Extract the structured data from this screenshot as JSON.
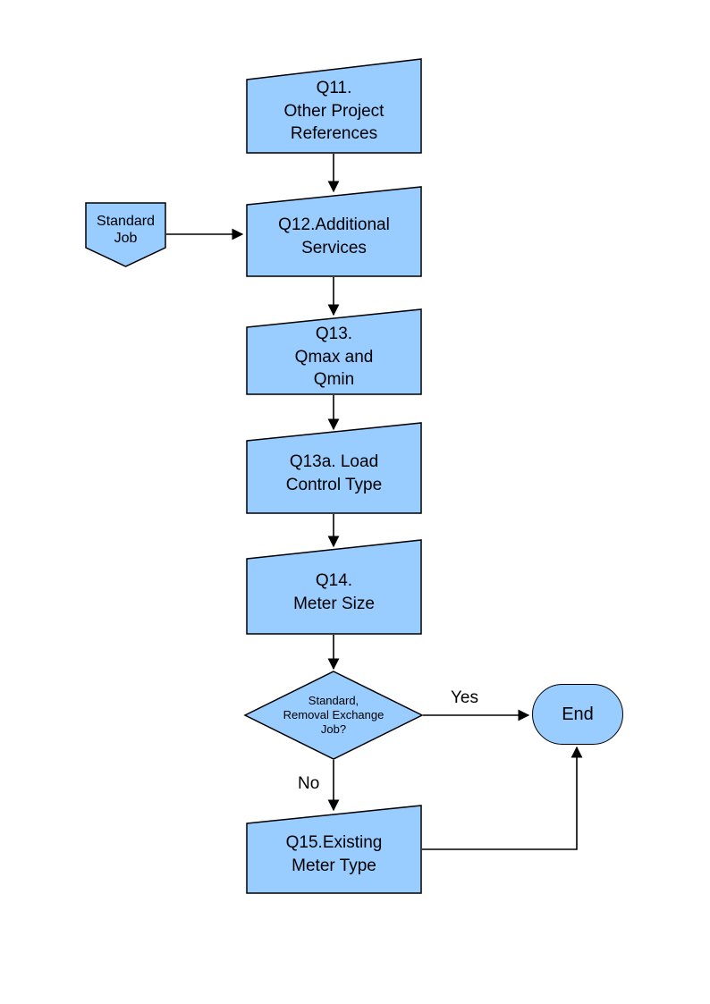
{
  "diagram": {
    "colors": {
      "node_fill": "#99CCFF",
      "node_border": "#000000",
      "edge_color": "#000000"
    },
    "nodes": {
      "q11": {
        "label": "Q11.\nOther Project\nReferences",
        "shape": "manual-input"
      },
      "standard_job": {
        "label": "Standard\nJob",
        "shape": "off-page-connector"
      },
      "q12": {
        "label": "Q12.Additional\nServices",
        "shape": "manual-input"
      },
      "q13": {
        "label": "Q13.\nQmax and\nQmin",
        "shape": "manual-input"
      },
      "q13a": {
        "label": "Q13a. Load\nControl Type",
        "shape": "manual-input"
      },
      "q14": {
        "label": "Q14.\nMeter Size",
        "shape": "manual-input"
      },
      "decision": {
        "label": "Standard,\nRemoval Exchange\nJob?",
        "shape": "decision"
      },
      "end": {
        "label": "End",
        "shape": "terminator"
      },
      "q15": {
        "label": "Q15.Existing\nMeter Type",
        "shape": "manual-input"
      }
    },
    "edge_labels": {
      "yes": "Yes",
      "no": "No"
    }
  }
}
